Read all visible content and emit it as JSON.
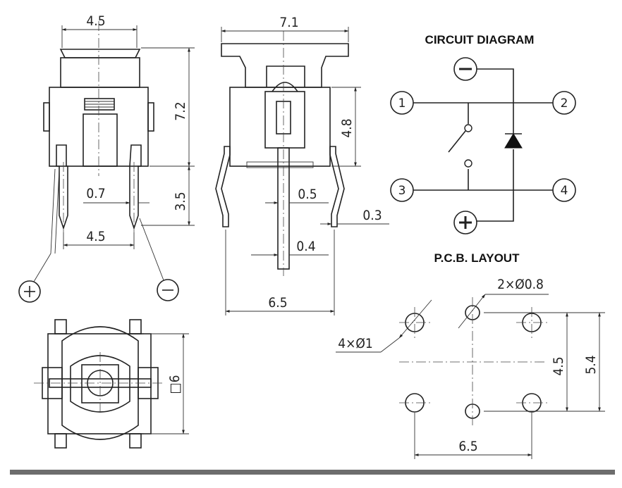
{
  "side_view": {
    "dim_top_width": "4.5",
    "dim_height": "7.2",
    "dim_pin_width": "0.7",
    "dim_pin_length": "3.5",
    "dim_pin_pitch": "4.5",
    "symbol_plus": "+",
    "symbol_minus": "−"
  },
  "front_view": {
    "dim_top_width": "7.1",
    "dim_body_height": "4.8",
    "dim_pin_width": "0.5",
    "dim_pin_thickness": "0.3",
    "dim_pin_width_2": "0.4",
    "dim_overall_width": "6.5"
  },
  "bottom_view": {
    "dim_size": "□6"
  },
  "circuit": {
    "title": "CIRCUIT DIAGRAM",
    "pin_1": "1",
    "pin_2": "2",
    "pin_3": "3",
    "pin_4": "4",
    "symbol_minus": "−",
    "symbol_plus": "+"
  },
  "pcb": {
    "title": "P.C.B. LAYOUT",
    "dim_small_holes": "2×Ø0.8",
    "dim_large_holes": "4×Ø1",
    "dim_row_spacing": "4.5",
    "dim_outer_spacing": "5.4",
    "dim_column_spacing": "6.5"
  },
  "colors": {
    "line": "#222222",
    "bottom_bar": "#6d6d6d"
  }
}
